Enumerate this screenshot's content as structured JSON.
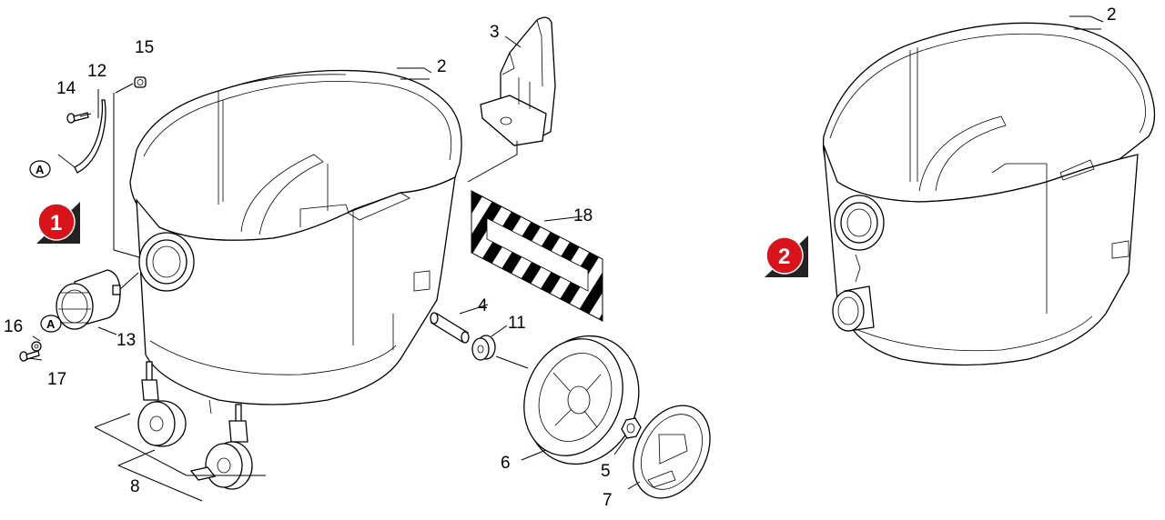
{
  "diagram": {
    "badges": [
      {
        "id": "view-1",
        "label": "1",
        "color": "#d8141b"
      },
      {
        "id": "view-2",
        "label": "2",
        "color": "#d8141b"
      }
    ],
    "callouts": {
      "c2a": "2",
      "c2b": "2",
      "c3": "3",
      "c4": "4",
      "c5": "5",
      "c6": "6",
      "c7": "7",
      "c8": "8",
      "c11": "11",
      "c12": "12",
      "c13": "13",
      "c14": "14",
      "c15": "15",
      "c16": "16",
      "c17": "17",
      "c18": "18"
    },
    "markers": {
      "a_top": "A",
      "a_bottom": "A"
    },
    "colors": {
      "line": "#000000",
      "background": "#ffffff",
      "badge": "#d8141b",
      "badge_shadow": "#222222"
    }
  }
}
